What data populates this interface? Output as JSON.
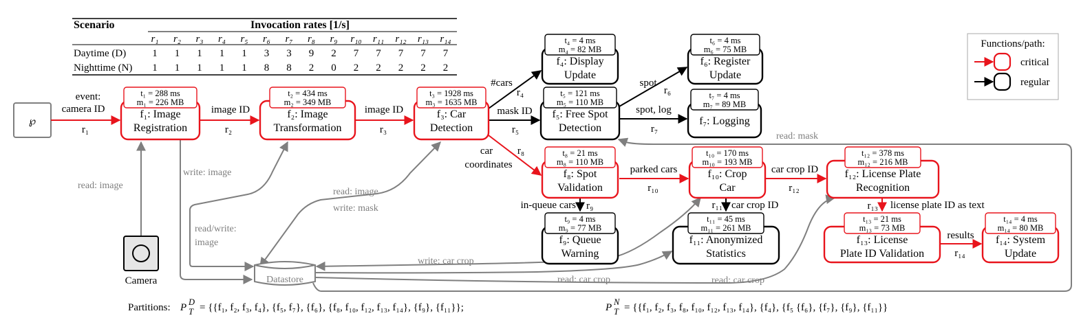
{
  "colors": {
    "critical": "#e8141c",
    "regular": "#000000",
    "store": "#7f7f7f"
  },
  "table": {
    "title_scenario": "Scenario",
    "title_rates": "Invocation rates [1/s]",
    "columns": [
      "r₁",
      "r₂",
      "r₃",
      "r₄",
      "r₅",
      "r₆",
      "r₇",
      "r₈",
      "r₉",
      "r₁₀",
      "r₁₁",
      "r₁₂",
      "r₁₃",
      "r₁₄"
    ],
    "rows": [
      {
        "label": "Daytime (D)",
        "values": [
          "1",
          "1",
          "1",
          "1",
          "1",
          "3",
          "3",
          "9",
          "2",
          "7",
          "7",
          "7",
          "7",
          "7"
        ]
      },
      {
        "label": "Nighttime (N)",
        "values": [
          "1",
          "1",
          "1",
          "1",
          "1",
          "8",
          "8",
          "2",
          "0",
          "2",
          "2",
          "2",
          "2",
          "2"
        ]
      }
    ]
  },
  "legend": {
    "title": "Functions/path:",
    "critical": "critical",
    "regular": "regular"
  },
  "source": {
    "symbol": "℘"
  },
  "camera": {
    "label": "Camera"
  },
  "datastore": {
    "label": "Datastore"
  },
  "functions": {
    "f1": {
      "t": "t₁ = 288 ms",
      "m": "m₁ = 226 MB",
      "line1": "f₁: Image",
      "line2": "Registration"
    },
    "f2": {
      "t": "t₂ = 434 ms",
      "m": "m₂ = 349 MB",
      "line1": "f₂: Image",
      "line2": "Transformation"
    },
    "f3": {
      "t": "t₃ = 1928 ms",
      "m": "m₃ = 1635 MB",
      "line1": "f₃: Car",
      "line2": "Detection"
    },
    "f4": {
      "t": "t₄ = 4 ms",
      "m": "m₄ = 82 MB",
      "line1": "f₄: Display",
      "line2": "Update"
    },
    "f5": {
      "t": "t₅ = 121 ms",
      "m": "m₅ = 110 MB",
      "line1": "f₅: Free Spot",
      "line2": "Detection"
    },
    "f6": {
      "t": "t₆ = 4 ms",
      "m": "m₆ = 75 MB",
      "line1": "f₆: Register",
      "line2": "Update"
    },
    "f7": {
      "t": "t₇ = 4 ms",
      "m": "m₇ = 89 MB",
      "line1": "f₇: Logging",
      "line2": ""
    },
    "f8": {
      "t": "t₈ = 21 ms",
      "m": "m₈ = 110 MB",
      "line1": "f₈: Spot",
      "line2": "Validation"
    },
    "f9": {
      "t": "t₉ = 4 ms",
      "m": "m₉ = 77 MB",
      "line1": "f₉: Queue",
      "line2": "Warning"
    },
    "f10": {
      "t": "t₁₀ = 170 ms",
      "m": "m₁₀ = 193 MB",
      "line1": "f₁₀: Crop",
      "line2": "Car"
    },
    "f11": {
      "t": "t₁₁ = 45 ms",
      "m": "m₁₁ = 261 MB",
      "line1": "f₁₁: Anonymized",
      "line2": "Statistics"
    },
    "f12": {
      "t": "t₁₂ = 378 ms",
      "m": "m₁₂ = 216 MB",
      "line1": "f₁₂: License Plate",
      "line2": "Recognition"
    },
    "f13": {
      "t": "t₁₃ = 21 ms",
      "m": "m₁₃ = 73 MB",
      "line1": "f₁₃: License",
      "line2": "Plate ID Validation"
    },
    "f14": {
      "t": "t₁₄ = 4 ms",
      "m": "m₁₄ = 80 MB",
      "line1": "f₁₄: System",
      "line2": "Update"
    }
  },
  "edges": {
    "e1_top1": "event:",
    "e1_top2": "camera ID",
    "e1_r": "r₁",
    "e2_top": "image ID",
    "e2_r": "r₂",
    "e3_top": "image ID",
    "e3_r": "r₃",
    "e4_top": "#cars",
    "e4_r": "r₄",
    "e5_top": "mask ID",
    "e5_r": "r₅",
    "e6_top": "spot",
    "e6_r": "r₆",
    "e7_top": "spot, log",
    "e7_r": "r₇",
    "e8_top1": "car",
    "e8_top2": "coordinates",
    "e8_r": "r₈",
    "e9_top": "in-queue cars",
    "e9_r": "r₉",
    "e10_top": "parked cars",
    "e10_r": "r₁₀",
    "e11_r": "r₁₁",
    "e11_top": "car crop ID",
    "e12_top": "car crop ID",
    "e12_r": "r₁₂",
    "e13_r": "r₁₃",
    "e13_top": "license plate ID as text",
    "e14_top": "results",
    "e14_r": "r₁₄"
  },
  "storage": {
    "read_image": "read: image",
    "write_image": "write: image",
    "rw_image1": "read/write:",
    "rw_image2": "image",
    "read_image_f3": "read: image",
    "write_mask": "write: mask",
    "read_mask": "read: mask",
    "write_car_crop": "write: car crop",
    "read_car_crop1": "read: car crop",
    "read_car_crop2": "read: car crop"
  },
  "partitions": {
    "label": "Partitions:",
    "day_sym": "P",
    "day_sup": "D",
    "day_sub": "T",
    "day_val": "= {{f₁, f₂, f₃, f₄}, {f₅, f₇}, {f₆}, {f₈, f₁₀, f₁₂, f₁₃, f₁₄}, {f₉}, {f₁₁}};",
    "night_sym": "P",
    "night_sup": "N",
    "night_sub": "T",
    "night_val": "= {{f₁, f₂, f₃, f₈, f₁₀, f₁₂, f₁₃, f₁₄}, {f₄}, {f₅ {f₆}, {f₇}, {f₉}, {f₁₁}}"
  }
}
